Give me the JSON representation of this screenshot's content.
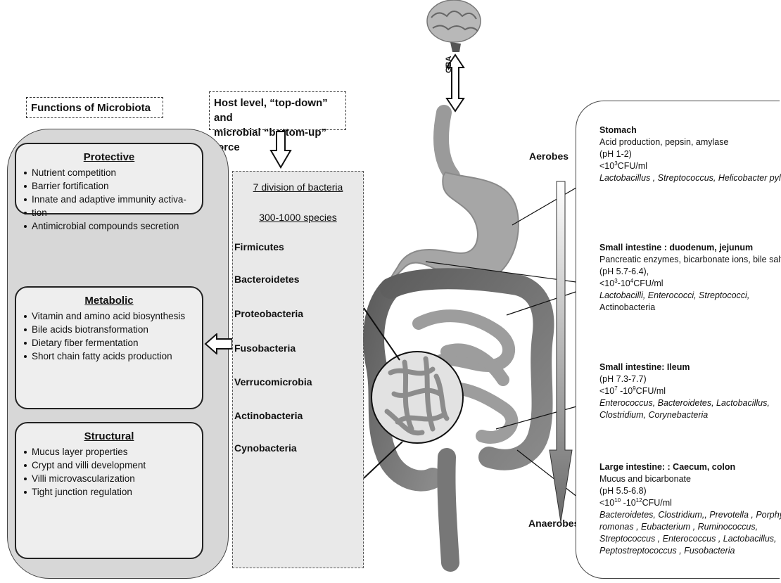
{
  "functions_title": "Functions of Microbiota",
  "host_force_title": "Host level, “top-down” and microbial “bottom-up” force",
  "host_force_lines": [
    "Host level, “top-down”  and",
    "microbial “bottom-up” force"
  ],
  "functions": {
    "protective": {
      "title": "Protective",
      "items": [
        "Nutrient competition",
        "Barrier fortification",
        "Innate and adaptive immunity activa-",
        "tion",
        "Antimicrobial compounds secretion"
      ]
    },
    "metabolic": {
      "title": "Metabolic",
      "items": [
        "Vitamin and amino acid  biosynthesis",
        "Bile acids biotransformation",
        "Dietary fiber fermentation",
        "Short chain fatty acids production"
      ]
    },
    "structural": {
      "title": "Structural",
      "items": [
        "Mucus layer properties",
        "Crypt and villi development",
        "Villi microvascularization",
        "Tight junction regulation"
      ]
    }
  },
  "division": {
    "heading": "7 division of bacteria",
    "species": "300-1000 species",
    "phyla": [
      "Firmicutes",
      "Bacteroidetes",
      "Proteobacteria",
      "Fusobacteria",
      "Verrucomicrobia",
      "Actinobacteria",
      "Cynobacteria"
    ]
  },
  "gba_label": "GBA",
  "aerobes_label": "Aerobes",
  "anaerobes_label": "Anaerobes",
  "regions": {
    "stomach": {
      "title": "Stomach",
      "desc": "Acid production, pepsin, amylase",
      "ph": "(pH 1-2)",
      "cfu_prefix": "<10",
      "cfu_sup": "3",
      "cfu_suffix": "CFU/ml",
      "species": "Lactobacillus , Streptococcus, Helicobacter pylori"
    },
    "small_duodenum": {
      "title": "Small intestine : duodenum, jejunum",
      "desc": "Pancreatic enzymes, bicarbonate ions, bile salts",
      "ph": "(pH 5.7-6.4),",
      "cfu_a": "<10",
      "cfu_a_sup": "3",
      "cfu_mid": "-10",
      "cfu_b_sup": "4",
      "cfu_suffix": "CFU/ml",
      "species": "Lactobacilli, Enterococci, Streptococci,",
      "species_extra": "Actinobacteria"
    },
    "small_ileum": {
      "title": "Small intestine: Ileum",
      "ph": "(pH 7.3-7.7)",
      "cfu_a": "<10",
      "cfu_a_sup": "7",
      "cfu_mid": " -10",
      "cfu_b_sup": "9",
      "cfu_suffix": "CFU/ml",
      "species_1": "Enterococcus, Bacteroidetes, Lactobacillus,",
      "species_2": "Clostridium, Corynebacteria"
    },
    "large": {
      "title": "Large intestine: : Caecum, colon",
      "desc": "Mucus and bicarbonate",
      "ph": "(pH 5.5-6.8)",
      "cfu_a": "<10",
      "cfu_a_sup": "10",
      "cfu_mid": " -10",
      "cfu_b_sup": "12",
      "cfu_suffix": "CFU/ml",
      "species_1": "Bacteroidetes, Clostridium,, Prevotella , Porphy-",
      "species_2": "romonas , Eubacterium , Ruminococcus,",
      "species_3": "Streptococcus , Enterococcus , Lactobacillus,",
      "species_4": "Peptostreptococcus , Fusobacteria"
    }
  },
  "colors": {
    "panel_grey": "#d7d7d7",
    "card_grey": "#eeeeee",
    "organ_grey": "#9a9a9a",
    "dark_organ": "#6f6f6f"
  }
}
